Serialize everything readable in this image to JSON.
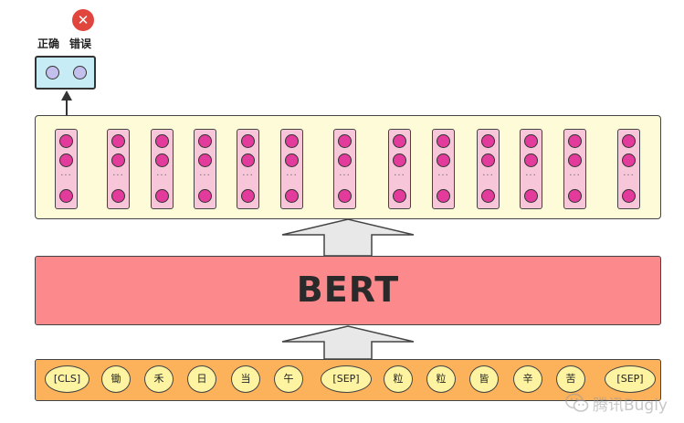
{
  "classifier": {
    "labels": [
      "正确",
      "错误"
    ],
    "result_icon": "close-icon",
    "result_color": "#e0463e"
  },
  "model": {
    "title": "BERT"
  },
  "output_layer": {
    "vector_count": 13,
    "ellipsis": "···"
  },
  "input_tokens": [
    "[CLS]",
    "锄",
    "禾",
    "日",
    "当",
    "午",
    "[SEP]",
    "粒",
    "粒",
    "皆",
    "辛",
    "苦",
    "[SEP]"
  ],
  "colors": {
    "output_layer_bg": "#fdfbd8",
    "vector_bg": "#f8c6d9",
    "vector_node": "#e23b9b",
    "bert_bg": "#fc8a8d",
    "input_layer_bg": "#fbb25a",
    "token_bg": "#fdf3a0",
    "classifier_bg": "#c8ecf5",
    "classifier_node": "#c3c0ee",
    "arrow_fill": "#e8e8e8"
  },
  "watermark": {
    "text": "腾讯Bugly",
    "icon": "wechat-logo-icon"
  }
}
